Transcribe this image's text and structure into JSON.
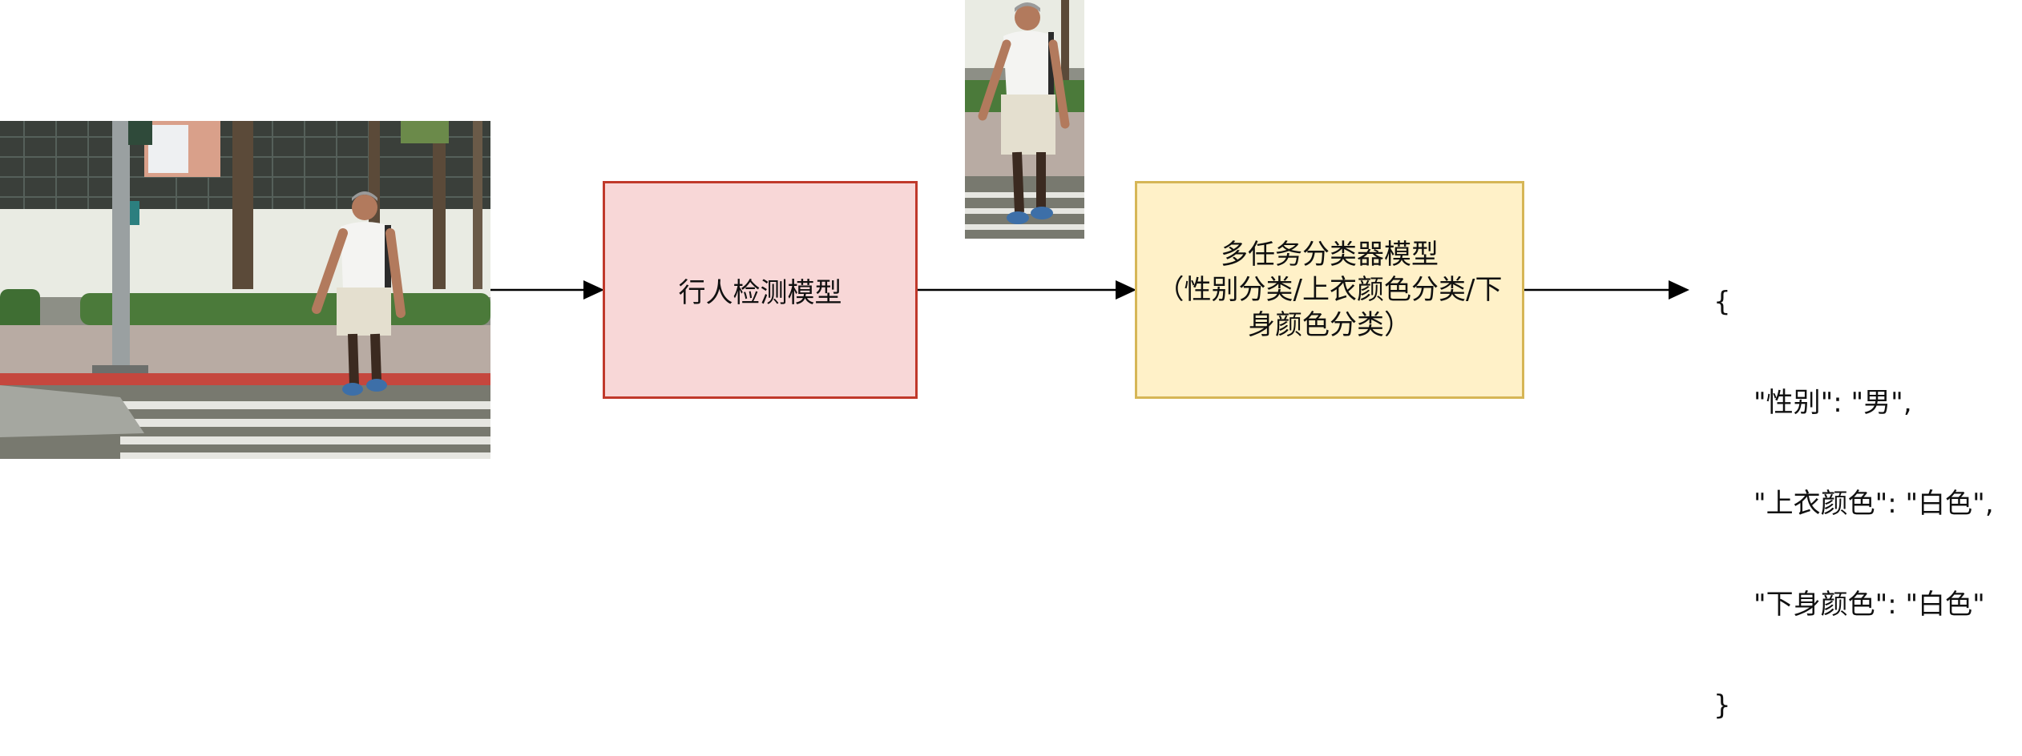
{
  "detector": {
    "label": "行人检测模型"
  },
  "classifier": {
    "lines": [
      "多任务分类器模型",
      "（性别分类/上衣颜色分类/下",
      "身颜色分类）"
    ]
  },
  "output": {
    "open": "{",
    "lines": [
      "\"性别\": \"男\",",
      "\"上衣颜色\": \"白色\",",
      "\"下身颜色\": \"白色\""
    ],
    "close": "}"
  },
  "colors": {
    "detector_fill": "#f8d7d7",
    "detector_stroke": "#c0392b",
    "classifier_fill": "#fff1c8",
    "classifier_stroke": "#d6b656",
    "arrow": "#000000"
  }
}
